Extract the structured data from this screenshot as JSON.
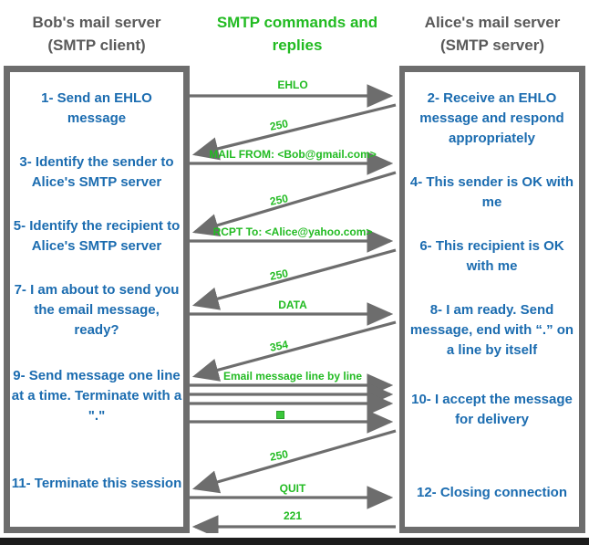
{
  "headers": {
    "left": "Bob's mail server\n(SMTP client)",
    "left_line1": "Bob's mail server",
    "left_line2": "(SMTP client)",
    "middle_line1": "SMTP commands and",
    "middle_line2": "replies",
    "right_line1": "Alice's mail server",
    "right_line2": "(SMTP server)"
  },
  "colors": {
    "green": "#22bb22",
    "blue": "#1b6cb0",
    "gray_border": "#6d6d6d",
    "arrow_gray": "#6d6d6d",
    "header_gray": "#595959"
  },
  "client_steps": [
    {
      "id": 1,
      "text": "1- Send an EHLO message"
    },
    {
      "id": 3,
      "text": "3- Identify the sender to Alice's SMTP server"
    },
    {
      "id": 5,
      "text": "5- Identify the recipient to Alice's SMTP server"
    },
    {
      "id": 7,
      "text": "7- I am about to send you the email message, ready?"
    },
    {
      "id": 9,
      "text": "9- Send message one line at a time. Terminate with a \".\""
    },
    {
      "id": 11,
      "text": "11- Terminate this session"
    }
  ],
  "server_steps": [
    {
      "id": 2,
      "text": "2- Receive an EHLO message and respond appropriately"
    },
    {
      "id": 4,
      "text": "4- This sender is OK with me"
    },
    {
      "id": 6,
      "text": "6- This recipient is OK with me"
    },
    {
      "id": 8,
      "text": "8-  I am ready. Send message, end with “.” on a line by itself"
    },
    {
      "id": 10,
      "text": "10-  I accept the message for delivery"
    },
    {
      "id": 12,
      "text": "12-  Closing connection"
    }
  ],
  "messages": [
    {
      "label": "EHLO",
      "direction": "client-to-server",
      "kind": "command"
    },
    {
      "label": "250",
      "direction": "server-to-client",
      "kind": "reply"
    },
    {
      "label": "MAIL FROM: <Bob@gmail.com>",
      "direction": "client-to-server",
      "kind": "command"
    },
    {
      "label": "250",
      "direction": "server-to-client",
      "kind": "reply"
    },
    {
      "label": "RCPT To: <Alice@yahoo.com>",
      "direction": "client-to-server",
      "kind": "command"
    },
    {
      "label": "250",
      "direction": "server-to-client",
      "kind": "reply"
    },
    {
      "label": "DATA",
      "direction": "client-to-server",
      "kind": "command"
    },
    {
      "label": "354",
      "direction": "server-to-client",
      "kind": "reply"
    },
    {
      "label": "Email message line by line",
      "direction": "client-to-server",
      "kind": "data"
    },
    {
      "label": "",
      "direction": "client-to-server",
      "kind": "data"
    },
    {
      "label": "",
      "direction": "client-to-server",
      "kind": "data"
    },
    {
      "label": ".",
      "direction": "client-to-server",
      "kind": "terminator"
    },
    {
      "label": "250",
      "direction": "server-to-client",
      "kind": "reply"
    },
    {
      "label": "QUIT",
      "direction": "client-to-server",
      "kind": "command"
    },
    {
      "label": "221",
      "direction": "server-to-client",
      "kind": "reply"
    }
  ]
}
